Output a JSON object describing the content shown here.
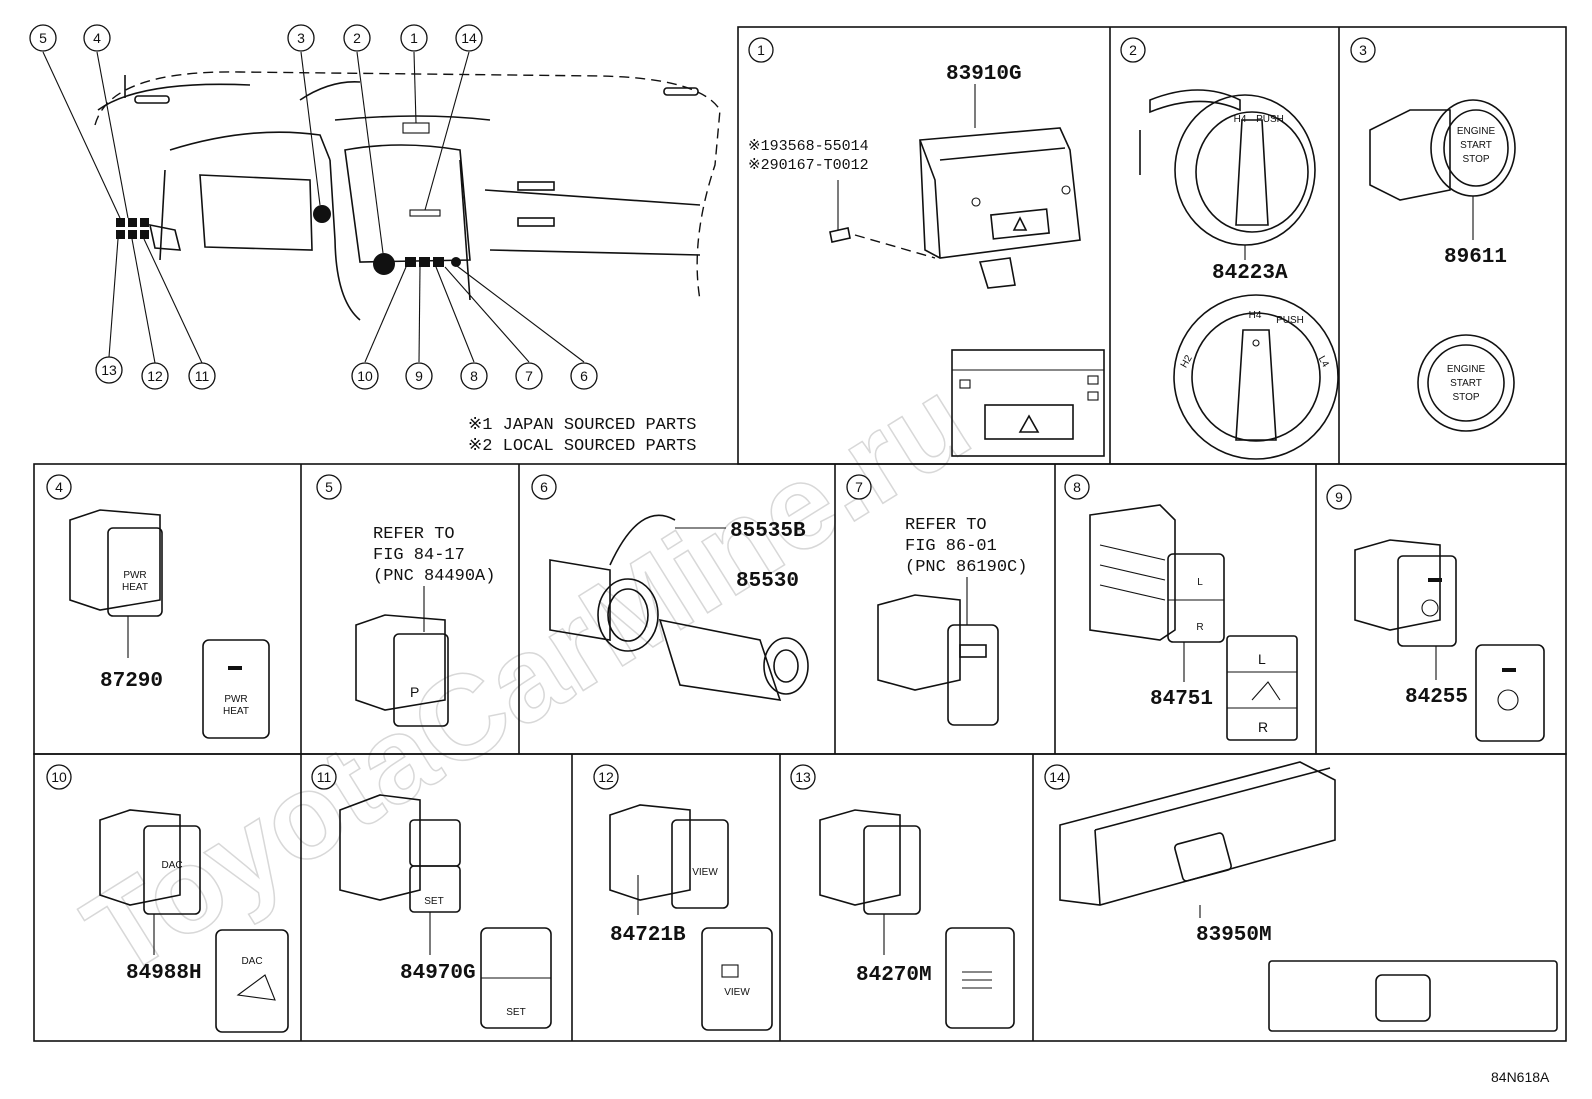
{
  "figure_code": "84N618A",
  "watermark": "ToyotaCarMine.ru",
  "notes": [
    "※1 JAPAN SOURCED PARTS",
    "※2 LOCAL SOURCED PARTS"
  ],
  "overview_callouts": [
    "5",
    "4",
    "3",
    "2",
    "1",
    "14",
    "13",
    "12",
    "11",
    "10",
    "9",
    "8",
    "7",
    "6"
  ],
  "panels": {
    "p1": {
      "num": "1",
      "part": "83910G",
      "codes": [
        "※193568-55014",
        "※290167-T0012"
      ]
    },
    "p2": {
      "num": "2",
      "part": "84223A",
      "labels": [
        "H4",
        "PUSH",
        "L4",
        "H2"
      ]
    },
    "p3": {
      "num": "3",
      "part": "89611",
      "labels": [
        "ENGINE",
        "START",
        "STOP"
      ]
    },
    "p4": {
      "num": "4",
      "part": "87290",
      "labels": [
        "PWR",
        "HEAT"
      ]
    },
    "p5": {
      "num": "5",
      "refer": [
        "REFER TO",
        "FIG 84-17",
        "(PNC 84490A)"
      ]
    },
    "p6": {
      "num": "6",
      "parts": [
        "85535B",
        "85530"
      ]
    },
    "p7": {
      "num": "7",
      "refer": [
        "REFER TO",
        "FIG 86-01",
        "(PNC 86190C)"
      ]
    },
    "p8": {
      "num": "8",
      "part": "84751",
      "labels": [
        "L",
        "R"
      ]
    },
    "p9": {
      "num": "9",
      "part": "84255"
    },
    "p10": {
      "num": "10",
      "part": "84988H",
      "labels": [
        "DAC"
      ]
    },
    "p11": {
      "num": "11",
      "part": "84970G",
      "labels": [
        "SET"
      ]
    },
    "p12": {
      "num": "12",
      "part": "84721B",
      "labels": [
        "VIEW"
      ]
    },
    "p13": {
      "num": "13",
      "part": "84270M"
    },
    "p14": {
      "num": "14",
      "part": "83950M"
    }
  }
}
